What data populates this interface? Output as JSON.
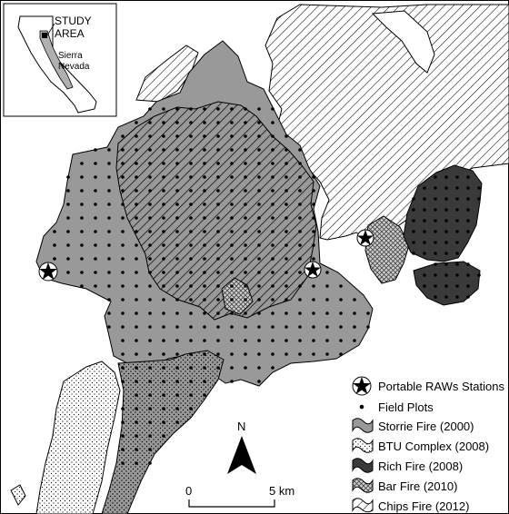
{
  "inset": {
    "study_area_line1": "STUDY",
    "study_area_line2": "AREA",
    "region_line1": "Sierra",
    "region_line2": "Nevada"
  },
  "north_arrow": {
    "label": "N"
  },
  "scale_bar": {
    "start_label": "0",
    "end_label": "5 km"
  },
  "legend": {
    "items": [
      {
        "key": "raws",
        "label": "Portable RAWs Stations"
      },
      {
        "key": "plots",
        "label": "Field Plots"
      },
      {
        "key": "storrie",
        "label": "Storrie Fire (2000)"
      },
      {
        "key": "btu",
        "label": "BTU Complex (2008)"
      },
      {
        "key": "rich",
        "label": "Rich Fire (2008)"
      },
      {
        "key": "bar",
        "label": "Bar Fire (2010)"
      },
      {
        "key": "chips",
        "label": "Chips Fire (2012)"
      }
    ]
  },
  "colors": {
    "storrie": "#999999",
    "rich": "#3a3a3a",
    "btu_fill": "#ffffff",
    "outline": "#000000"
  }
}
